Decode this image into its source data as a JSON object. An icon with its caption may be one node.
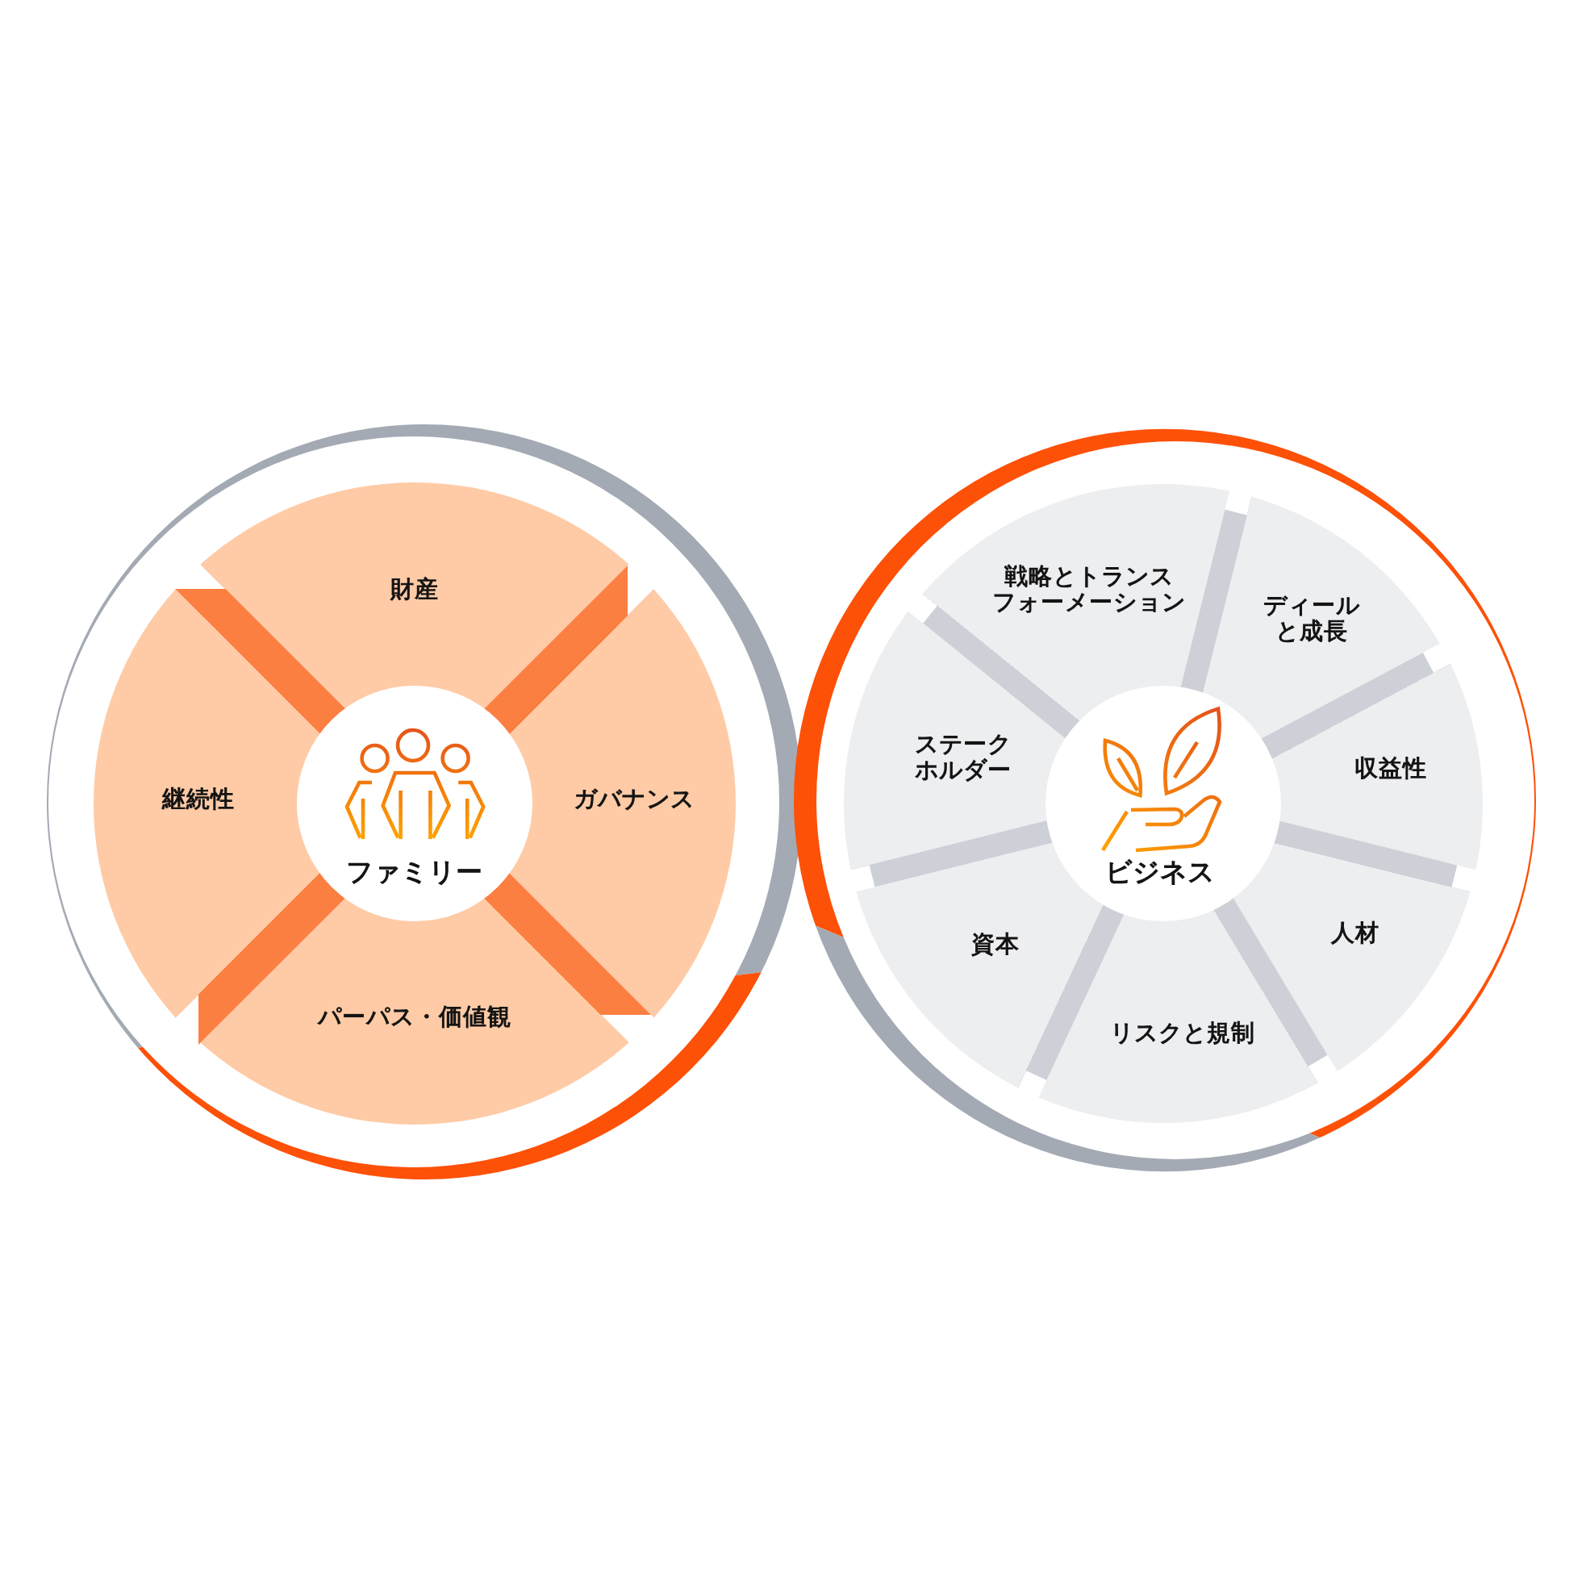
{
  "diagram": {
    "nodes": [
      {
        "text": [],
        "shape": "circle"
      },
      {
        "text": [
          "ファミリー"
        ],
        "in": 0
      },
      {
        "text": [
          "財産"
        ],
        "in": 0
      },
      {
        "text": [
          "ガバナンス"
        ],
        "in": 0
      },
      {
        "text": [
          "パーパス・価値観"
        ],
        "in": 0
      },
      {
        "text": [
          "継続性"
        ],
        "in": 0
      },
      {
        "text": [],
        "shape": "circle"
      },
      {
        "text": [
          "ビジネス"
        ],
        "in": 6
      },
      {
        "text": [
          "戦略とトランスフォーメーション"
        ],
        "in": 6
      },
      {
        "text": [
          "ディールと成長"
        ],
        "in": 6
      },
      {
        "text": [
          "収益性"
        ],
        "in": 6
      },
      {
        "text": [
          "人材"
        ],
        "in": 6
      },
      {
        "text": [
          "リスクと規制"
        ],
        "in": 6
      },
      {
        "text": [
          "資本"
        ],
        "in": 6
      },
      {
        "text": [
          "ステークホルダー"
        ],
        "in": 6
      }
    ]
  }
}
